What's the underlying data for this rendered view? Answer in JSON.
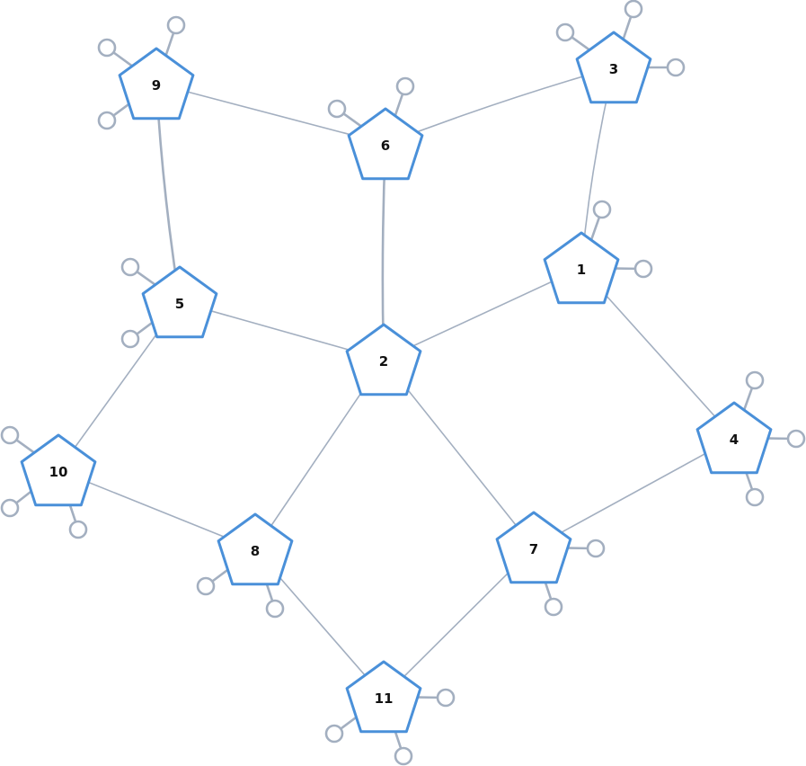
{
  "graph": {
    "colors": {
      "node_stroke": "#4a90d9",
      "edge": "#a3afc0",
      "label": "#111111"
    },
    "nodes": [
      {
        "id": "1",
        "label": "1"
      },
      {
        "id": "2",
        "label": "2"
      },
      {
        "id": "3",
        "label": "3"
      },
      {
        "id": "4",
        "label": "4"
      },
      {
        "id": "5",
        "label": "5"
      },
      {
        "id": "6",
        "label": "6"
      },
      {
        "id": "7",
        "label": "7"
      },
      {
        "id": "8",
        "label": "8"
      },
      {
        "id": "9",
        "label": "9"
      },
      {
        "id": "10",
        "label": "10"
      },
      {
        "id": "11",
        "label": "11"
      }
    ],
    "edges": [
      {
        "from": "9",
        "to": "6"
      },
      {
        "from": "6",
        "to": "3"
      },
      {
        "from": "3",
        "to": "1"
      },
      {
        "from": "9",
        "to": "5",
        "emphasis": true
      },
      {
        "from": "6",
        "to": "2",
        "emphasis": true
      },
      {
        "from": "5",
        "to": "2"
      },
      {
        "from": "2",
        "to": "1"
      },
      {
        "from": "1",
        "to": "4"
      },
      {
        "from": "5",
        "to": "10"
      },
      {
        "from": "2",
        "to": "8"
      },
      {
        "from": "2",
        "to": "7"
      },
      {
        "from": "4",
        "to": "7"
      },
      {
        "from": "10",
        "to": "8"
      },
      {
        "from": "8",
        "to": "11"
      },
      {
        "from": "7",
        "to": "11"
      }
    ]
  }
}
